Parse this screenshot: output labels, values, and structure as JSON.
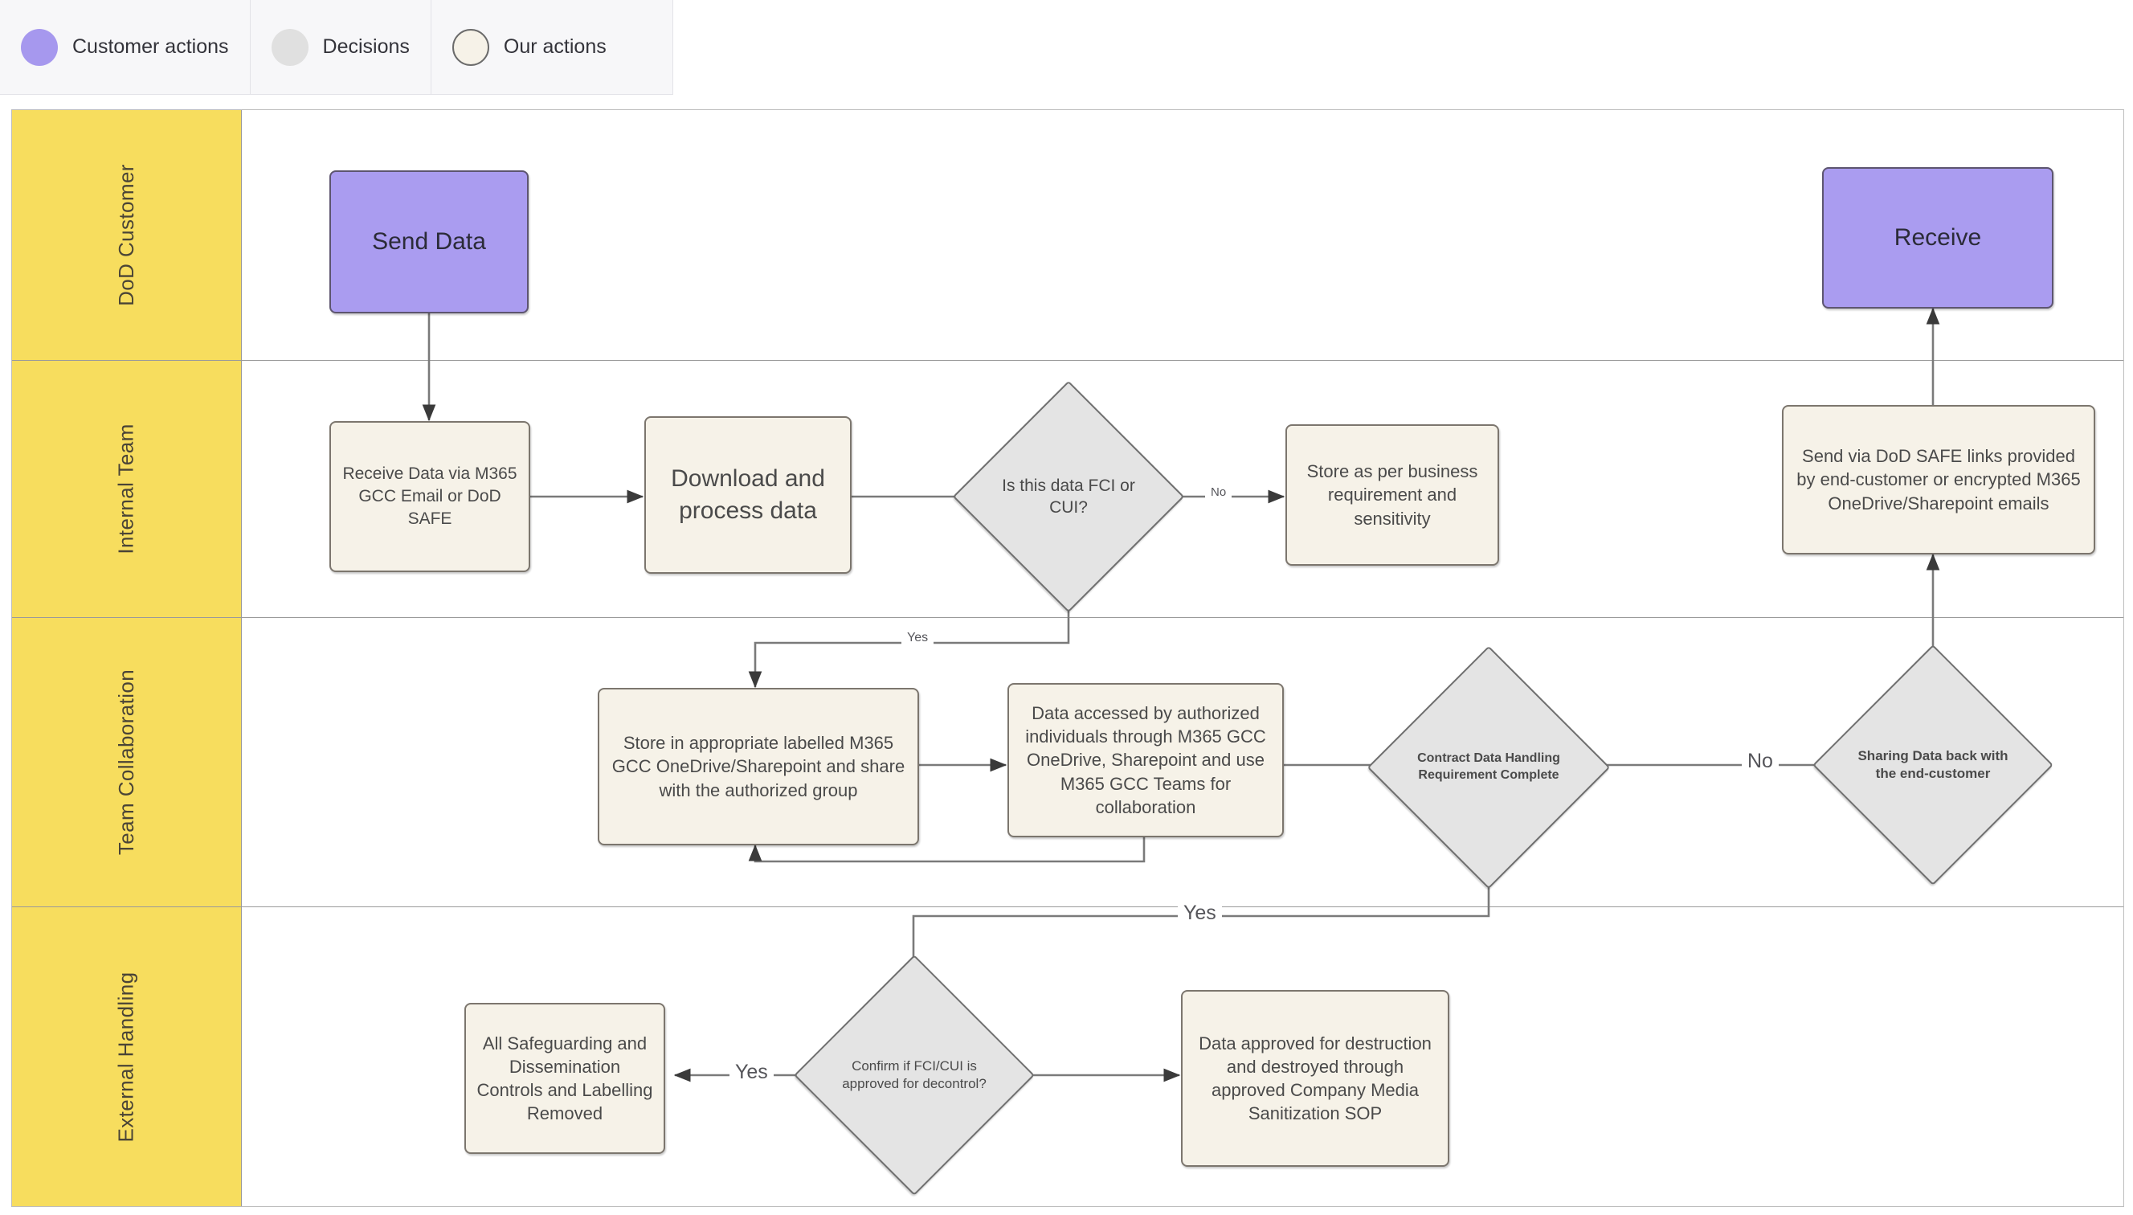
{
  "legend": {
    "items": [
      {
        "label": "Customer actions",
        "swatch": "purple-circle-icon",
        "color": "#a698ee"
      },
      {
        "label": "Decisions",
        "swatch": "gray-circle-icon",
        "color": "#e0e0e0"
      },
      {
        "label": "Our actions",
        "swatch": "cream-circle-icon",
        "color": "#f6f2e8"
      }
    ]
  },
  "lanes": [
    {
      "label": "DoD Customer"
    },
    {
      "label": "Internal Team"
    },
    {
      "label": "Team Collaboration"
    },
    {
      "label": "External Handling"
    }
  ],
  "nodes": {
    "send_data": "Send Data",
    "receive": "Receive",
    "receive_data": "Receive Data via M365 GCC Email or DoD SAFE",
    "download_process": "Download and process data",
    "is_fci_cui": "Is this data FCI or CUI?",
    "store_business": "Store as per business requirement and sensitivity",
    "send_via_safe": "Send via DoD SAFE links provided by end-customer or encrypted M365 OneDrive/Sharepoint emails",
    "store_labelled": "Store in appropriate labelled M365 GCC OneDrive/Sharepoint and share with the authorized group",
    "data_accessed": "Data accessed by authorized individuals through M365 GCC OneDrive, Sharepoint and use M365 GCC Teams for collaboration",
    "contract_complete": "Contract Data Handling Requirement Complete",
    "sharing_back": "Sharing Data back with the end-customer",
    "confirm_decontrol": "Confirm if FCI/CUI is approved for decontrol?",
    "safeguarding_removed": "All Safeguarding and Dissemination Controls and Labelling Removed",
    "destruction": "Data approved for destruction and destroyed through approved Company Media Sanitization SOP"
  },
  "edge_labels": {
    "fci_no": "No",
    "fci_yes": "Yes",
    "contract_no": "No",
    "contract_yes": "Yes",
    "decontrol_yes": "Yes"
  },
  "colors": {
    "lane_header": "#f7dd5e",
    "customer_action": "#aa9cf0",
    "decision": "#e4e4e4",
    "our_action": "#f6f2e8",
    "edge": "#7a7a7a"
  }
}
